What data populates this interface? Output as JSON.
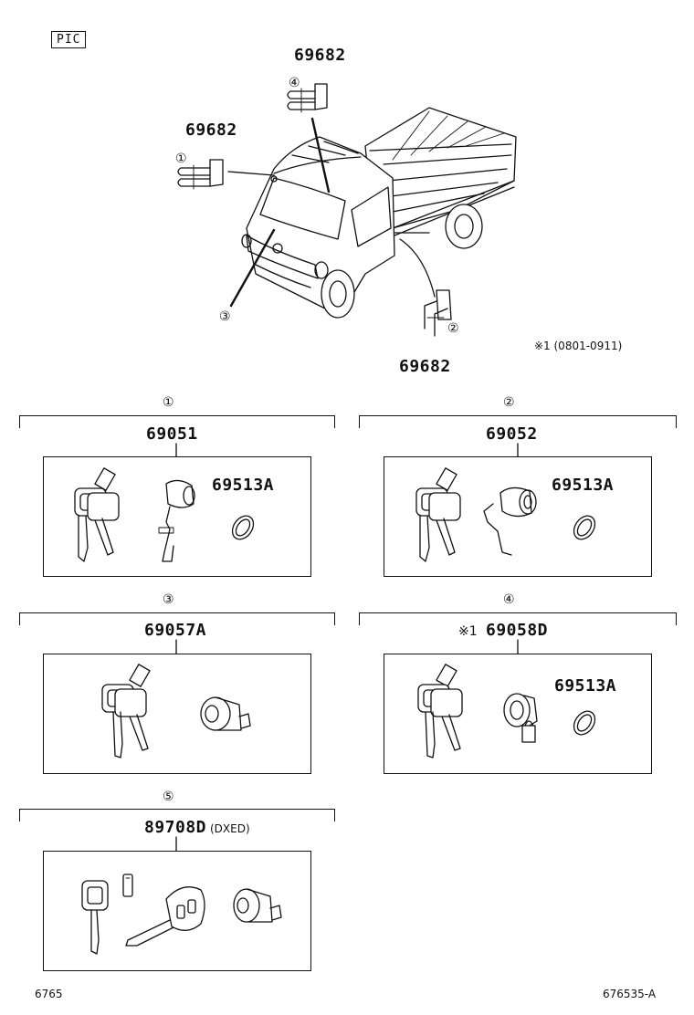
{
  "pic_label": "PIC",
  "top": {
    "callout_4_part": "69682",
    "callout_1_part": "69682",
    "callout_2_part": "69682",
    "marker_1": "①",
    "marker_2": "②",
    "marker_3": "③",
    "marker_4": "④",
    "note": "※1 (0801-0911)"
  },
  "groups": [
    {
      "marker": "①",
      "part": "69051",
      "extra_part": "69513A"
    },
    {
      "marker": "②",
      "part": "69052",
      "extra_part": "69513A"
    },
    {
      "marker": "③",
      "part": "69057A"
    },
    {
      "marker": "④",
      "prefix": "※1",
      "part": "69058D",
      "extra_part": "69513A"
    },
    {
      "marker": "⑤",
      "part": "89708D",
      "suffix": "(DXED)"
    }
  ],
  "footer": {
    "left": "6765",
    "right": "676535-A"
  }
}
